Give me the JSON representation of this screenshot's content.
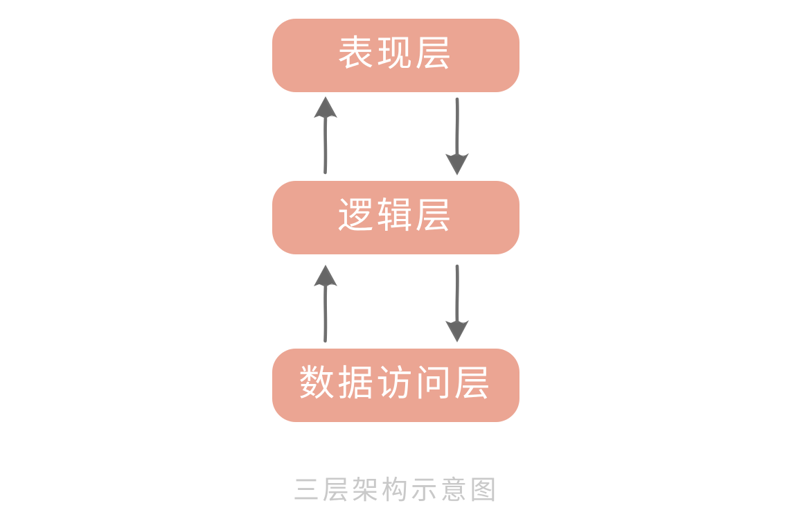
{
  "diagram": {
    "caption": "三层架构示意图",
    "layers": [
      {
        "id": "presentation",
        "label": "表现层"
      },
      {
        "id": "logic",
        "label": "逻辑层"
      },
      {
        "id": "data-access",
        "label": "数据访问层"
      }
    ],
    "arrows": [
      {
        "from": "logic",
        "to": "presentation",
        "direction": "up"
      },
      {
        "from": "presentation",
        "to": "logic",
        "direction": "down"
      },
      {
        "from": "data-access",
        "to": "logic",
        "direction": "up"
      },
      {
        "from": "logic",
        "to": "data-access",
        "direction": "down"
      }
    ],
    "colors": {
      "box_fill": "#EBA593",
      "box_text": "#FFFFFF",
      "arrow": "#6F6F6F",
      "caption_text": "#C9C9C9",
      "background": "#FFFFFF"
    }
  }
}
